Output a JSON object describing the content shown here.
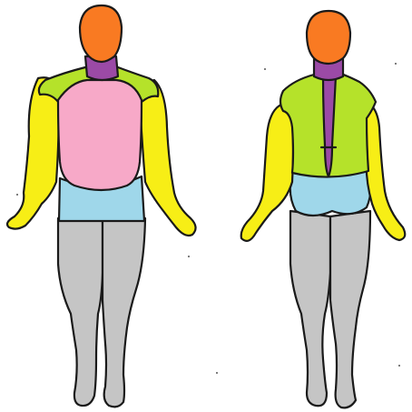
{
  "colors": {
    "head": "#f97a22",
    "neck": "#9b4aa6",
    "shoulders": "#b5e22a",
    "arms": "#f7ee16",
    "chest": "#f7a9c8",
    "pelvis": "#9fd7ea",
    "legs": "#c5c5c5",
    "spine": "#9b4aa6",
    "upper_back": "#b5e22a",
    "outline": "#1a1a1a",
    "background": "#ffffff"
  },
  "views": [
    {
      "id": "front",
      "regions": [
        "head",
        "neck",
        "shoulders",
        "arms",
        "chest",
        "pelvis",
        "legs"
      ]
    },
    {
      "id": "back",
      "regions": [
        "head",
        "neck",
        "upper_back",
        "spine",
        "arms",
        "pelvis",
        "legs"
      ]
    }
  ]
}
